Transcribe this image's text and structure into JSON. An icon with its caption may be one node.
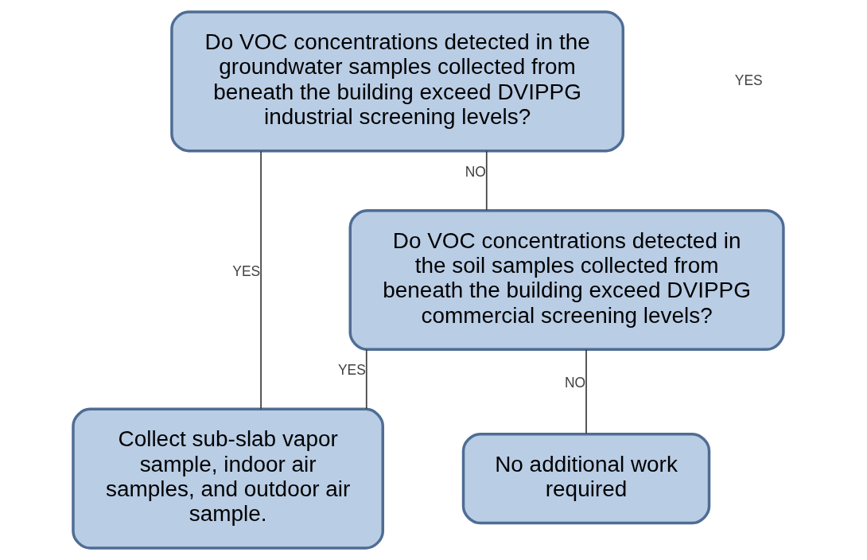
{
  "diagram": {
    "nodes": [
      {
        "text": [
          "Do VOC concentrations detected in the groundwater samples collected from beneath the building exceed DVIPPG industrial screening levels?"
        ]
      },
      {
        "text": [
          "Do VOC concentrations detected in the soil samples collected from beneath the building exceed DVIPPG commercial screening levels?"
        ]
      },
      {
        "text": [
          "Collect sub-slab vapor sample, indoor air samples, and outdoor air sample."
        ]
      },
      {
        "text": [
          "No additional work required"
        ]
      }
    ],
    "edges": [
      {
        "from": 0,
        "to": 2,
        "arrow": "none",
        "label": "YES"
      },
      {
        "from": 0,
        "to": 1,
        "arrow": "none",
        "label": "NO"
      },
      {
        "from": 1,
        "to": 2,
        "arrow": "none",
        "label": "YES"
      },
      {
        "from": 1,
        "to": 3,
        "arrow": "none",
        "label": "NO"
      }
    ],
    "labels": [
      "YES"
    ]
  }
}
